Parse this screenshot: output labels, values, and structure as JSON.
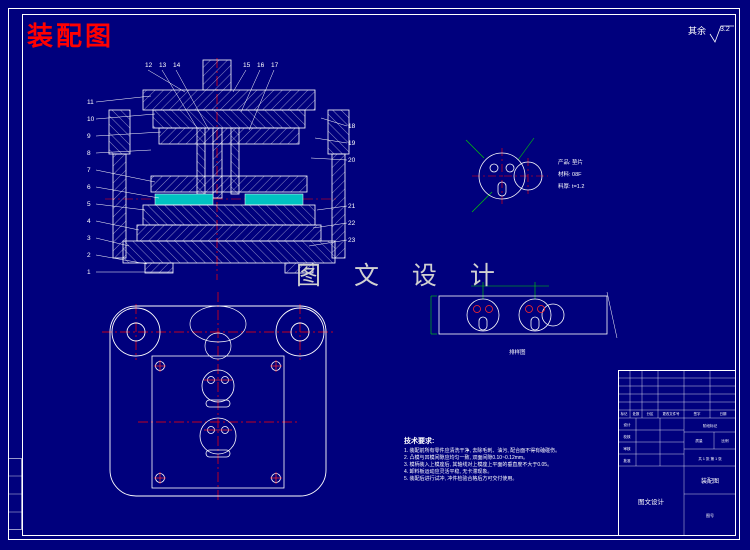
{
  "canvas": {
    "bg": "#00007d",
    "line_color": "#ffffff",
    "centerline_color": "#ff0000",
    "dimension_color": "#00d400",
    "insert_color": "#00c2c2"
  },
  "header": {
    "title": "装配图",
    "roughness_prefix": "其余",
    "roughness_value": "3.2"
  },
  "watermark": {
    "text": "图 文 设 计"
  },
  "section_view": {
    "nums_top": [
      "12",
      "13",
      "14",
      "15",
      "16",
      "17"
    ],
    "nums_left": [
      "11",
      "10",
      "9",
      "8",
      "7",
      "6",
      "5",
      "4",
      "3",
      "2",
      "1"
    ],
    "nums_right": [
      "18",
      "19",
      "20",
      "21",
      "22",
      "23"
    ]
  },
  "detail_view": {
    "labels": [
      "产品: 垫片",
      "材料: 08F",
      "料厚: t=1.2"
    ]
  },
  "strip_view": {
    "caption": "排样图"
  },
  "tech_notes": {
    "heading": "技术要求:",
    "items": [
      "1. 装配前所有零件应清洗干净, 去除毛刺、油污, 配合面不得有磕碰伤。",
      "2. 凸模与凹模间隙应均匀一致, 双面间隙0.10~0.12mm。",
      "3. 模柄装入上模座后, 其轴线对上模座上平面的垂直度不大于0.05。",
      "4. 卸料板运动应灵活平稳, 无卡滞现象。",
      "5. 装配后进行试冲, 冲件检验合格后方可交付使用。"
    ]
  },
  "title_block": {
    "rev_cols": [
      "标记",
      "处数",
      "分区",
      "更改文件号",
      "签字",
      "日期"
    ],
    "sign_rows": [
      "设计",
      "校核",
      "审核",
      "批准"
    ],
    "right_labels": [
      "阶段标记",
      "质量",
      "比例"
    ],
    "sheet": "共 1 张  第 1 张",
    "drawing_name": "装配图",
    "drawing_no": "图号",
    "company": "图文设计"
  }
}
